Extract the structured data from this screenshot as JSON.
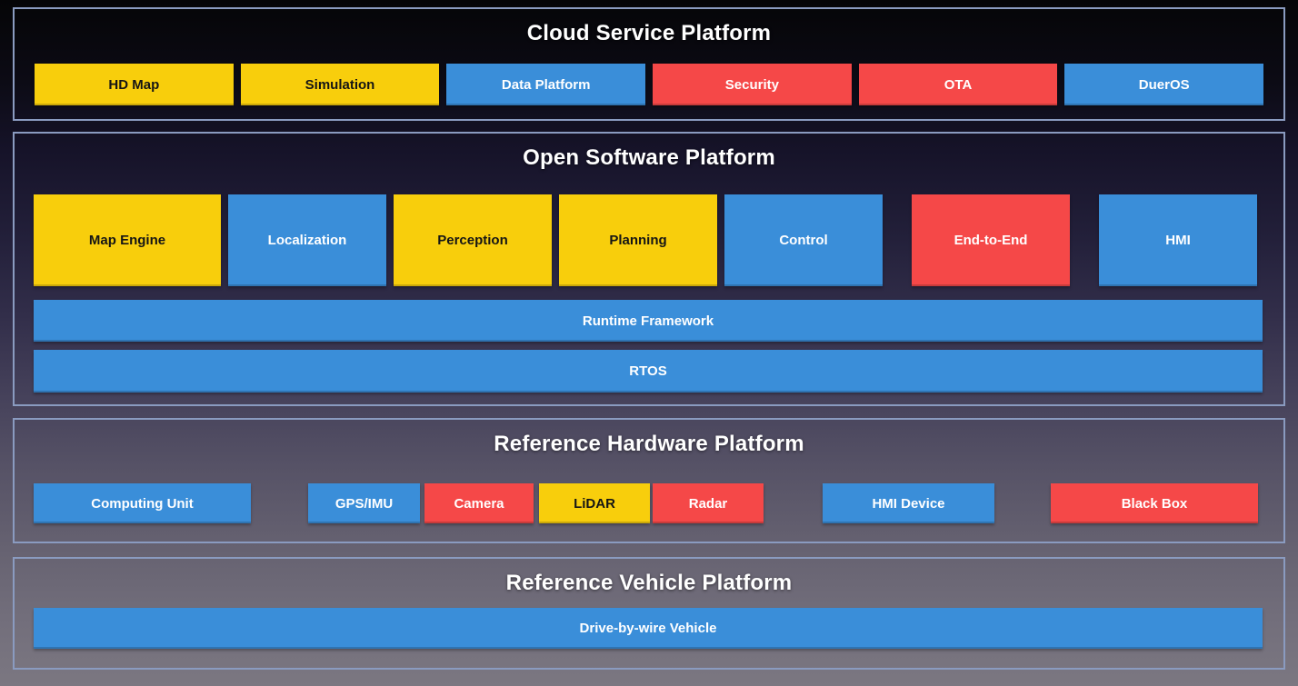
{
  "palette": {
    "yellow": "#F8CE0C",
    "blue": "#3A8ED9",
    "red": "#F54848",
    "section_border": "#8A9BC0",
    "title_text": "#FFFFFF",
    "yellow_box_text": "#151515",
    "background_top": "#050507",
    "background_bottom": "#7B7781"
  },
  "sections": [
    {
      "title": "Cloud Service Platform",
      "boxes": [
        {
          "label": "HD Map",
          "color": "yellow"
        },
        {
          "label": "Simulation",
          "color": "yellow"
        },
        {
          "label": "Data Platform",
          "color": "blue"
        },
        {
          "label": "Security",
          "color": "red"
        },
        {
          "label": "OTA",
          "color": "red"
        },
        {
          "label": "DuerOS",
          "color": "blue"
        }
      ]
    },
    {
      "title": "Open Software Platform",
      "boxes": [
        {
          "label": "Map Engine",
          "color": "yellow"
        },
        {
          "label": "Localization",
          "color": "blue"
        },
        {
          "label": "Perception",
          "color": "yellow"
        },
        {
          "label": "Planning",
          "color": "yellow"
        },
        {
          "label": "Control",
          "color": "blue"
        },
        {
          "label": "End-to-End",
          "color": "red"
        },
        {
          "label": "HMI",
          "color": "blue"
        }
      ],
      "bars": [
        {
          "label": "Runtime Framework",
          "color": "blue"
        },
        {
          "label": "RTOS",
          "color": "blue"
        }
      ]
    },
    {
      "title": "Reference Hardware Platform",
      "boxes": [
        {
          "label": "Computing Unit",
          "color": "blue"
        },
        {
          "label": "GPS/IMU",
          "color": "blue"
        },
        {
          "label": "Camera",
          "color": "red"
        },
        {
          "label": "LiDAR",
          "color": "yellow"
        },
        {
          "label": "Radar",
          "color": "red"
        },
        {
          "label": "HMI Device",
          "color": "blue"
        },
        {
          "label": "Black Box",
          "color": "red"
        }
      ]
    },
    {
      "title": "Reference Vehicle Platform",
      "bars": [
        {
          "label": "Drive-by-wire Vehicle",
          "color": "blue"
        }
      ]
    }
  ]
}
